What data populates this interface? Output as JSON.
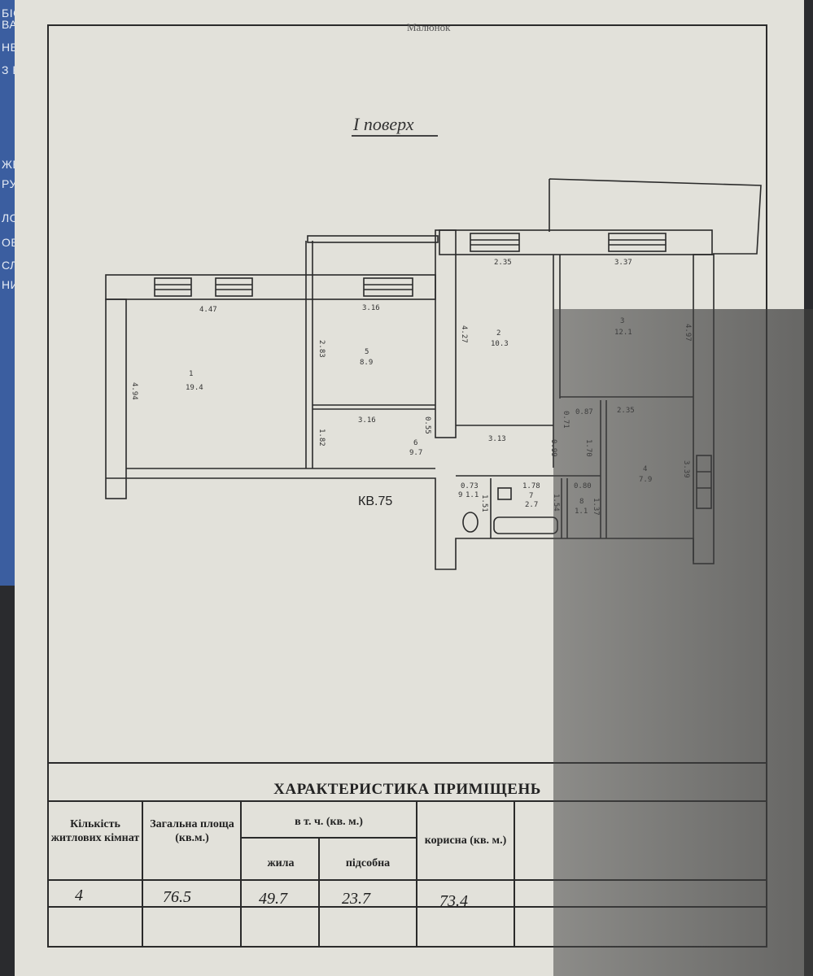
{
  "background_doc": {
    "fragments": [
      "БІОЛ",
      "ВАГІТ",
      "НВАЗ",
      "З ВАГІ",
      "ЖЕН",
      "РУР",
      "ЛОГ",
      "ОВ",
      "СЛІ",
      "НИ"
    ]
  },
  "sheet": {
    "header_fragment": "Малюнок",
    "floor_title": "I поверх",
    "apartment_label": "КВ.75"
  },
  "plan": {
    "rooms": [
      {
        "number": "1",
        "area": "19.4"
      },
      {
        "number": "2",
        "area": "10.3"
      },
      {
        "number": "3",
        "area": "12.1"
      },
      {
        "number": "4",
        "area": "7.9"
      },
      {
        "number": "5",
        "area": "8.9"
      },
      {
        "number": "6",
        "area": "9.7"
      },
      {
        "number": "7",
        "area": "2.7"
      },
      {
        "number": "8",
        "area": "1.1"
      },
      {
        "number": "9",
        "area": "1.1"
      }
    ],
    "dimensions": [
      "4.47",
      "3.16",
      "2.35",
      "3.37",
      "4.94",
      "2.83",
      "4.27",
      "4.97",
      "3.16",
      "0.55",
      "3.13",
      "0.71",
      "0.87",
      "2.35",
      "1.82",
      "0.99",
      "1.70",
      "3.39",
      "0.73",
      "1.78",
      "0.80",
      "1.51",
      "1.54",
      "1.37"
    ]
  },
  "table": {
    "title": "ХАРАКТЕРИСТИКА ПРИМІЩЕНЬ",
    "headers": {
      "rooms_count": "Кількість житлових кімнат",
      "total_area": "Загальна площа (кв.м.)",
      "incl": "в т. ч. (кв. м.)",
      "living": "жила",
      "auxiliary": "підсобна",
      "useful": "корисна (кв. м.)"
    },
    "values": {
      "rooms_count": "4",
      "total_area": "76.5",
      "living": "49.7",
      "auxiliary": "23.7",
      "useful": "73.4"
    }
  }
}
